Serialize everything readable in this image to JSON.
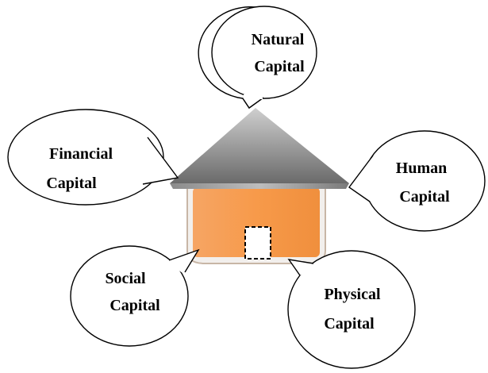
{
  "diagram": {
    "bubbles": {
      "natural": {
        "line1": "Natural",
        "line2": "Capital"
      },
      "financial": {
        "line1": "Financial",
        "line2": "Capital"
      },
      "human": {
        "line1": "Human",
        "line2": "Capital"
      },
      "social": {
        "line1": "Social",
        "line2": "Capital"
      },
      "physical": {
        "line1": "Physical",
        "line2": "Capital"
      }
    },
    "colors": {
      "roof_light": "#d9d9d9",
      "roof_dark": "#6f6f6f",
      "wall": "#f79a4a",
      "wall_rim": "#c8b6a6",
      "door": "#ffffff"
    }
  }
}
